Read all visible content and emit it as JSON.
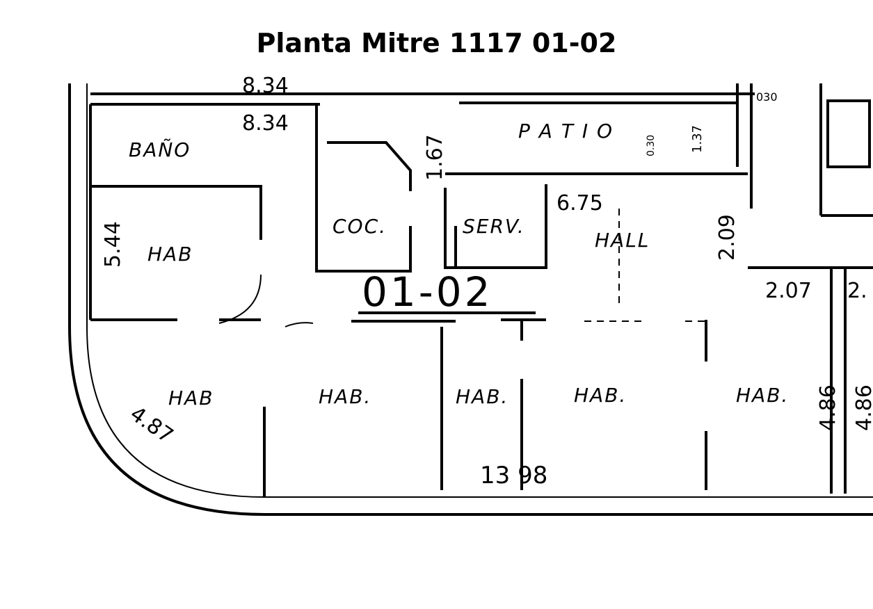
{
  "title": "Planta Mitre 1117 01-02",
  "unit_label": "01-02",
  "rooms": {
    "bano": "BAÑO",
    "hab1": "HAB",
    "coc": "COC.",
    "serv": "SERV.",
    "hall": "HALL",
    "patio": "P A T I O",
    "hab2": "HAB",
    "hab3": "HAB.",
    "hab4": "HAB.",
    "hab5": "HAB.",
    "hab6": "HAB."
  },
  "dimensions": {
    "top_cut": "8.34",
    "bano_width": "8.34",
    "v_167": "1.67",
    "hall_width": "6.75",
    "v_209": "2.09",
    "right_207": "2.07",
    "left_544": "5.44",
    "arc_487": "4.87",
    "bottom_1398": "13 98",
    "right_486a": "4.86",
    "right_486b": "4.86",
    "patio_030": "0.30",
    "patio_137": "1.37",
    "corner_030": "030",
    "right_cut": "2."
  }
}
